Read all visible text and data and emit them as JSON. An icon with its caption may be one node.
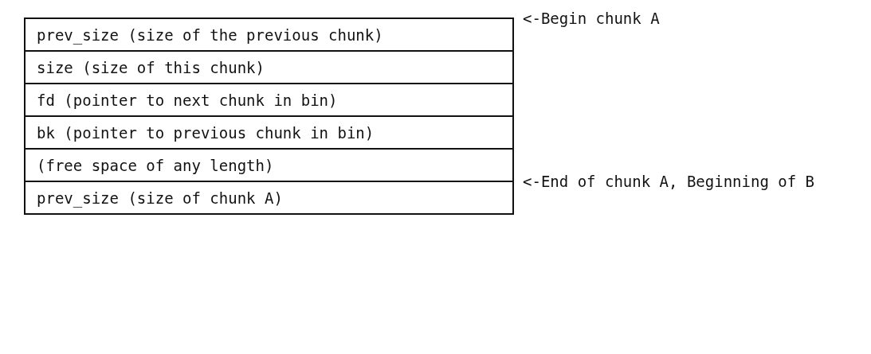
{
  "diagram": {
    "nodes": [
      {
        "text": [
          "prev_size (size of the previous chunk)"
        ]
      },
      {
        "text": [
          "size (size of this chunk)"
        ]
      },
      {
        "text": [
          "fd (pointer to next chunk in bin)"
        ]
      },
      {
        "text": [
          "bk (pointer to previous chunk in bin)"
        ]
      },
      {
        "text": [
          "(free space of any length)"
        ]
      },
      {
        "text": [
          "prev_size (size of chunk A)"
        ]
      }
    ],
    "edges": [],
    "labels": [
      "<-Begin chunk A",
      "<-End of chunk A, Beginning of B"
    ]
  }
}
